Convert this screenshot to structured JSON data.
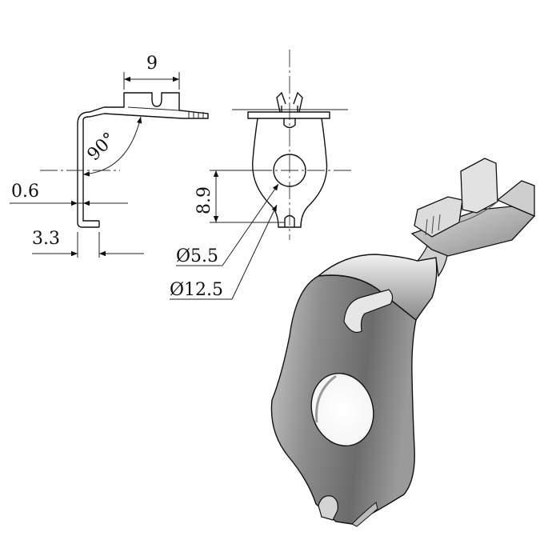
{
  "dimensions": {
    "width_top": "9",
    "angle": "90°",
    "thickness": "0.6",
    "bend_offset": "3.3",
    "hole_spacing": "8.9",
    "hole_diameter": "Ø5.5",
    "eye_diameter": "Ø12.5"
  },
  "colors": {
    "line": "#111111",
    "metal_dark": "#6e6e6e",
    "metal_light": "#d8d8d8",
    "background": "#ffffff"
  }
}
